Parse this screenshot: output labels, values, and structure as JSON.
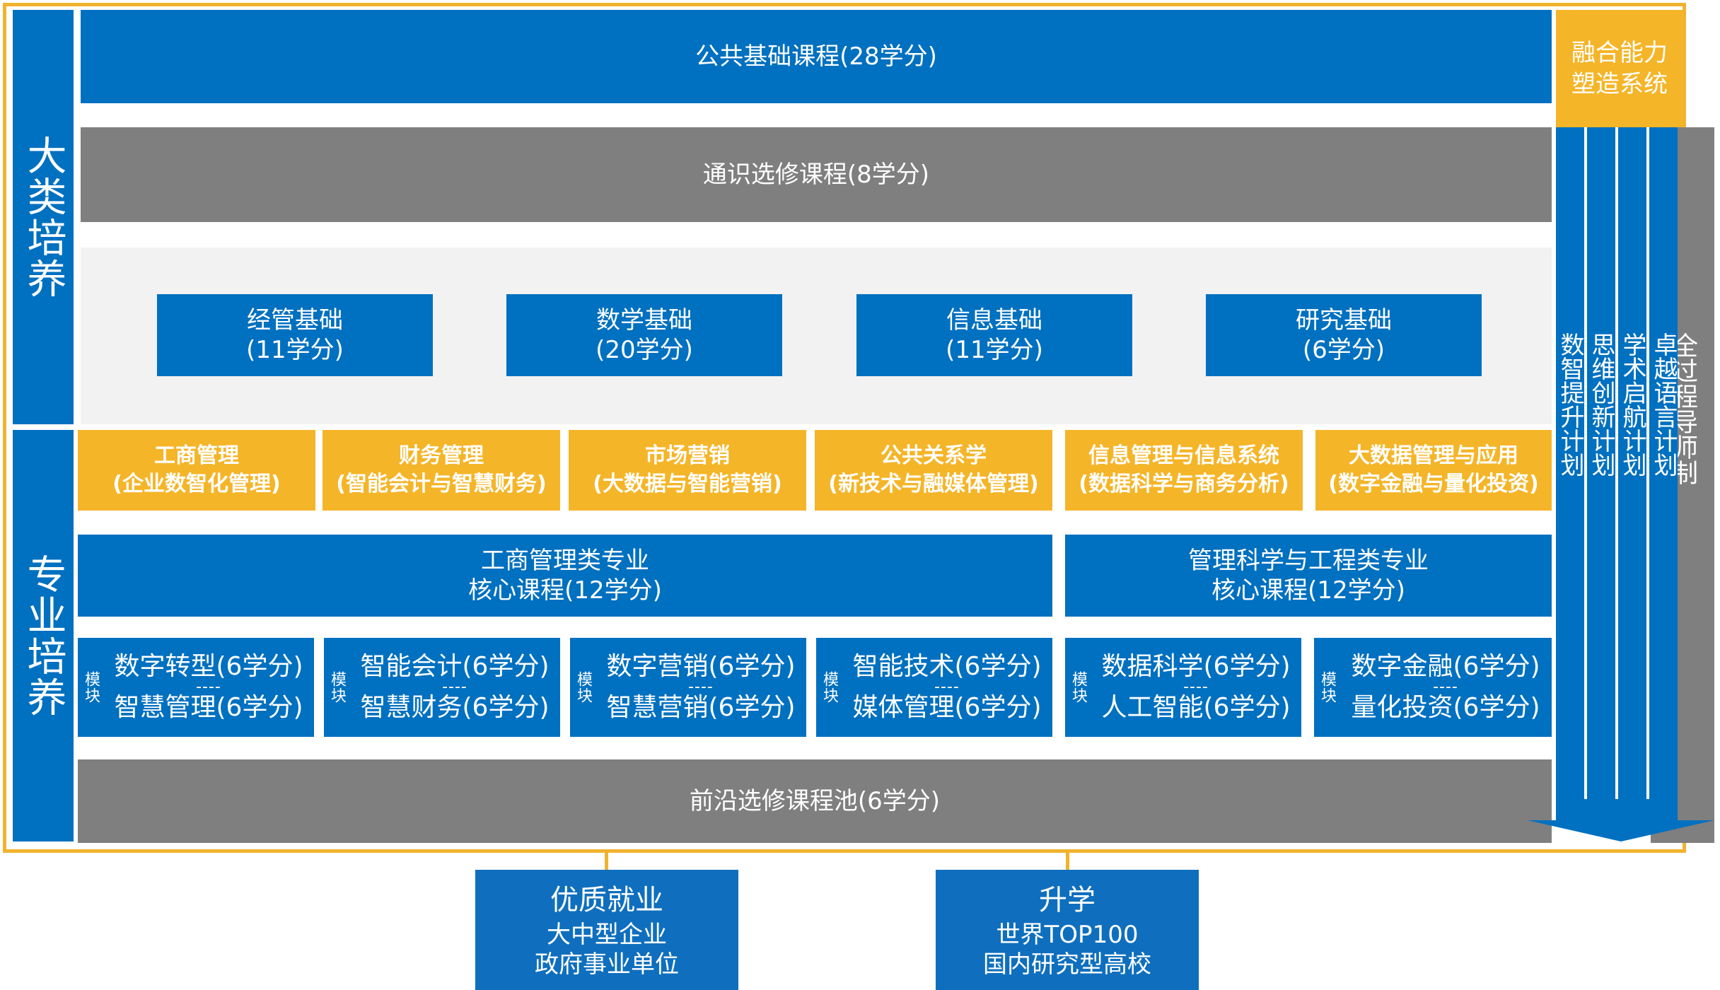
{
  "side": {
    "top": "大类培养",
    "bottom": "专业培养"
  },
  "rows": {
    "public": "公共基础课程(28学分)",
    "general": "通识选修课程(8学分)",
    "frontier": "前沿选修课程池(6学分)"
  },
  "foundations": [
    {
      "title": "经管基础",
      "credit": "(11学分)"
    },
    {
      "title": "数学基础",
      "credit": "(20学分)"
    },
    {
      "title": "信息基础",
      "credit": "(11学分)"
    },
    {
      "title": "研究基础",
      "credit": "(6学分)"
    }
  ],
  "majors": [
    {
      "name": "工商管理",
      "sub": "(企业数智化管理)"
    },
    {
      "name": "财务管理",
      "sub": "(智能会计与智慧财务)"
    },
    {
      "name": "市场营销",
      "sub": "(大数据与智能营销)"
    },
    {
      "name": "公共关系学",
      "sub": "(新技术与融媒体管理)"
    },
    {
      "name": "信息管理与信息系统",
      "sub": "(数据科学与商务分析)"
    },
    {
      "name": "大数据管理与应用",
      "sub": "(数字金融与量化投资)"
    }
  ],
  "core": [
    {
      "line1": "工商管理类专业",
      "line2": "核心课程(12学分)"
    },
    {
      "line1": "管理科学与工程类专业",
      "line2": "核心课程(12学分)"
    }
  ],
  "modules": [
    {
      "tag": "模块",
      "a": "数字转型(6学分)",
      "sep": "----",
      "b": "智慧管理(6学分)"
    },
    {
      "tag": "模块",
      "a": "智能会计(6学分)",
      "sep": "----",
      "b": "智慧财务(6学分)"
    },
    {
      "tag": "模块",
      "a": "数字营销(6学分)",
      "sep": "----",
      "b": "智慧营销(6学分)"
    },
    {
      "tag": "模块",
      "a": "智能技术(6学分)",
      "sep": "----",
      "b": "媒体管理(6学分)"
    },
    {
      "tag": "模块",
      "a": "数据科学(6学分)",
      "sep": "----",
      "b": "人工智能(6学分)"
    },
    {
      "tag": "模块",
      "a": "数字金融(6学分)",
      "sep": "----",
      "b": "量化投资(6学分)"
    }
  ],
  "fusion": {
    "title": "融合能力塑造系统",
    "columns": [
      "数智提升计划",
      "思维创新计划",
      "学术启航计划",
      "卓越语言计划"
    ],
    "mentor": "全过程导师制"
  },
  "outcomes": [
    {
      "title": "优质就业",
      "line1": "大中型企业",
      "line2": "政府事业单位"
    },
    {
      "title": "升学",
      "line1": "世界TOP100",
      "line2": "国内研究型高校"
    }
  ],
  "colors": {
    "blue": "#0070C0",
    "gray": "#7F7F7F",
    "orange": "#F5B528",
    "frame": "#F0B330"
  }
}
